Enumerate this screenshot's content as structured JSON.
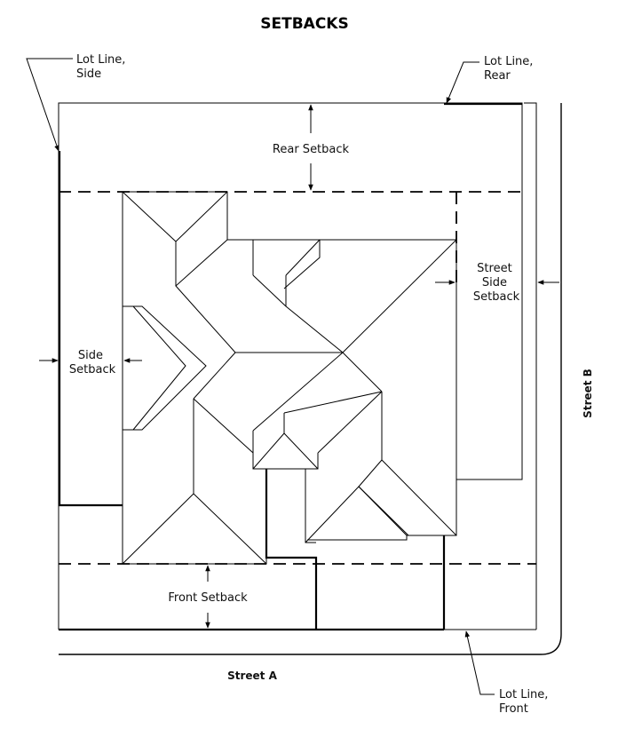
{
  "title": "SETBACKS",
  "labels": {
    "lot_line_side": [
      "Lot Line,",
      "Side"
    ],
    "lot_line_rear": [
      "Lot Line,",
      "Rear"
    ],
    "lot_line_front": [
      "Lot Line,",
      "Front"
    ],
    "rear_setback": "Rear Setback",
    "side_setback": [
      "Side",
      "Setback"
    ],
    "street_side_setback": [
      "Street",
      "Side",
      "Setback"
    ],
    "front_setback": "Front Setback",
    "street_a": "Street A",
    "street_b": "Street B"
  }
}
